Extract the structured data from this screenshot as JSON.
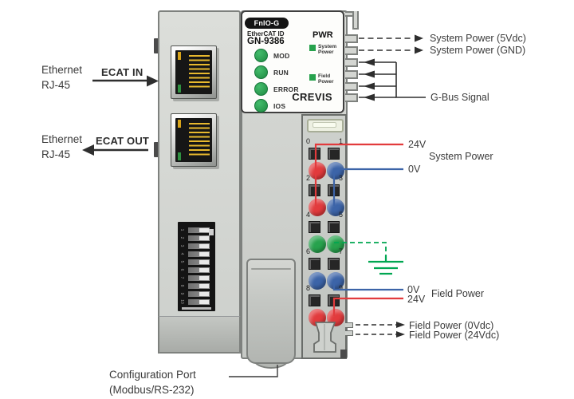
{
  "colors": {
    "red": "#e23b3d",
    "blue": "#3c64a8",
    "green": "#27a24d",
    "wire_green": "#00a651",
    "line_dark": "#2e2e2e"
  },
  "left_labels": {
    "port_in": {
      "line1": "Ethernet",
      "line2": "RJ-45",
      "arrow": "ECAT IN"
    },
    "port_out": {
      "line1": "Ethernet",
      "line2": "RJ-45",
      "arrow": "ECAT OUT"
    }
  },
  "panel": {
    "series": "FnIO-G",
    "id_label": "EtherCAT ID",
    "model": "GN-9386",
    "pwr": "PWR",
    "brand": "CREVIS",
    "status_leds": [
      {
        "label": "MOD"
      },
      {
        "label": "RUN"
      },
      {
        "label": "ERROR"
      },
      {
        "label": "IOS"
      }
    ],
    "system_led": {
      "line1": "System",
      "line2": "Power"
    },
    "field_led": {
      "line1": "Field",
      "line2": "Power"
    }
  },
  "terminal": {
    "groups": [
      {
        "ln": "0",
        "rn": "1",
        "lc": "red",
        "rc": "blue"
      },
      {
        "ln": "2",
        "rn": "3",
        "lc": "red",
        "rc": "blue"
      },
      {
        "ln": "4",
        "rn": "5",
        "lc": "green",
        "rc": "green"
      },
      {
        "ln": "6",
        "rn": "7",
        "lc": "blue",
        "rc": "blue"
      },
      {
        "ln": "8",
        "rn": "9",
        "lc": "red",
        "rc": "red"
      }
    ]
  },
  "dip": {
    "numbers": [
      "1",
      "2",
      "3",
      "4",
      "5",
      "6",
      "7",
      "8",
      "9",
      "10"
    ]
  },
  "right_labels": {
    "sys_5v": "System Power (5Vdc)",
    "sys_gnd": "System Power (GND)",
    "gbus": "G-Bus Signal",
    "v24": "24V",
    "v0": "0V",
    "system_power": "System Power",
    "f_v0": "0V",
    "f_v24": "24V",
    "field_power": "Field Power",
    "fp_0": "Field Power (0Vdc)",
    "fp_24": "Field Power (24Vdc)"
  },
  "bottom_label": {
    "line1": "Configuration Port",
    "line2": "(Modbus/RS-232)"
  }
}
